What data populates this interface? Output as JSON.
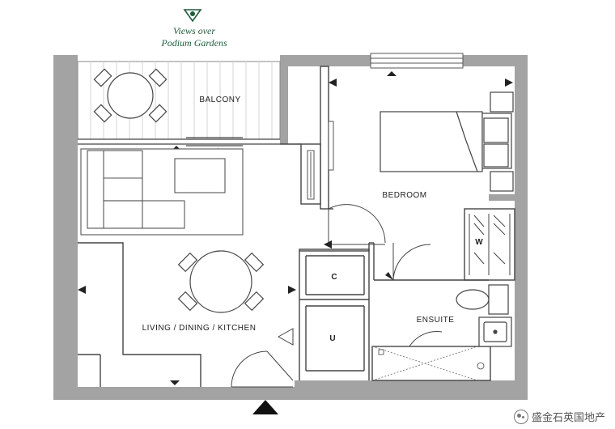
{
  "view_label": {
    "line1": "Views over",
    "line2": "Podium Gardens"
  },
  "rooms": {
    "balcony": "BALCONY",
    "bedroom": "BEDROOM",
    "living": "LIVING / DINING / KITCHEN",
    "ensuite": "ENSUITE",
    "cupboard_c": "C",
    "cupboard_u": "U",
    "wardrobe": "W"
  },
  "watermark": {
    "text": "盛金石英国地产"
  },
  "colors": {
    "wall": "#a3a3a3",
    "line": "#444444",
    "accent": "#1f5c3a"
  }
}
